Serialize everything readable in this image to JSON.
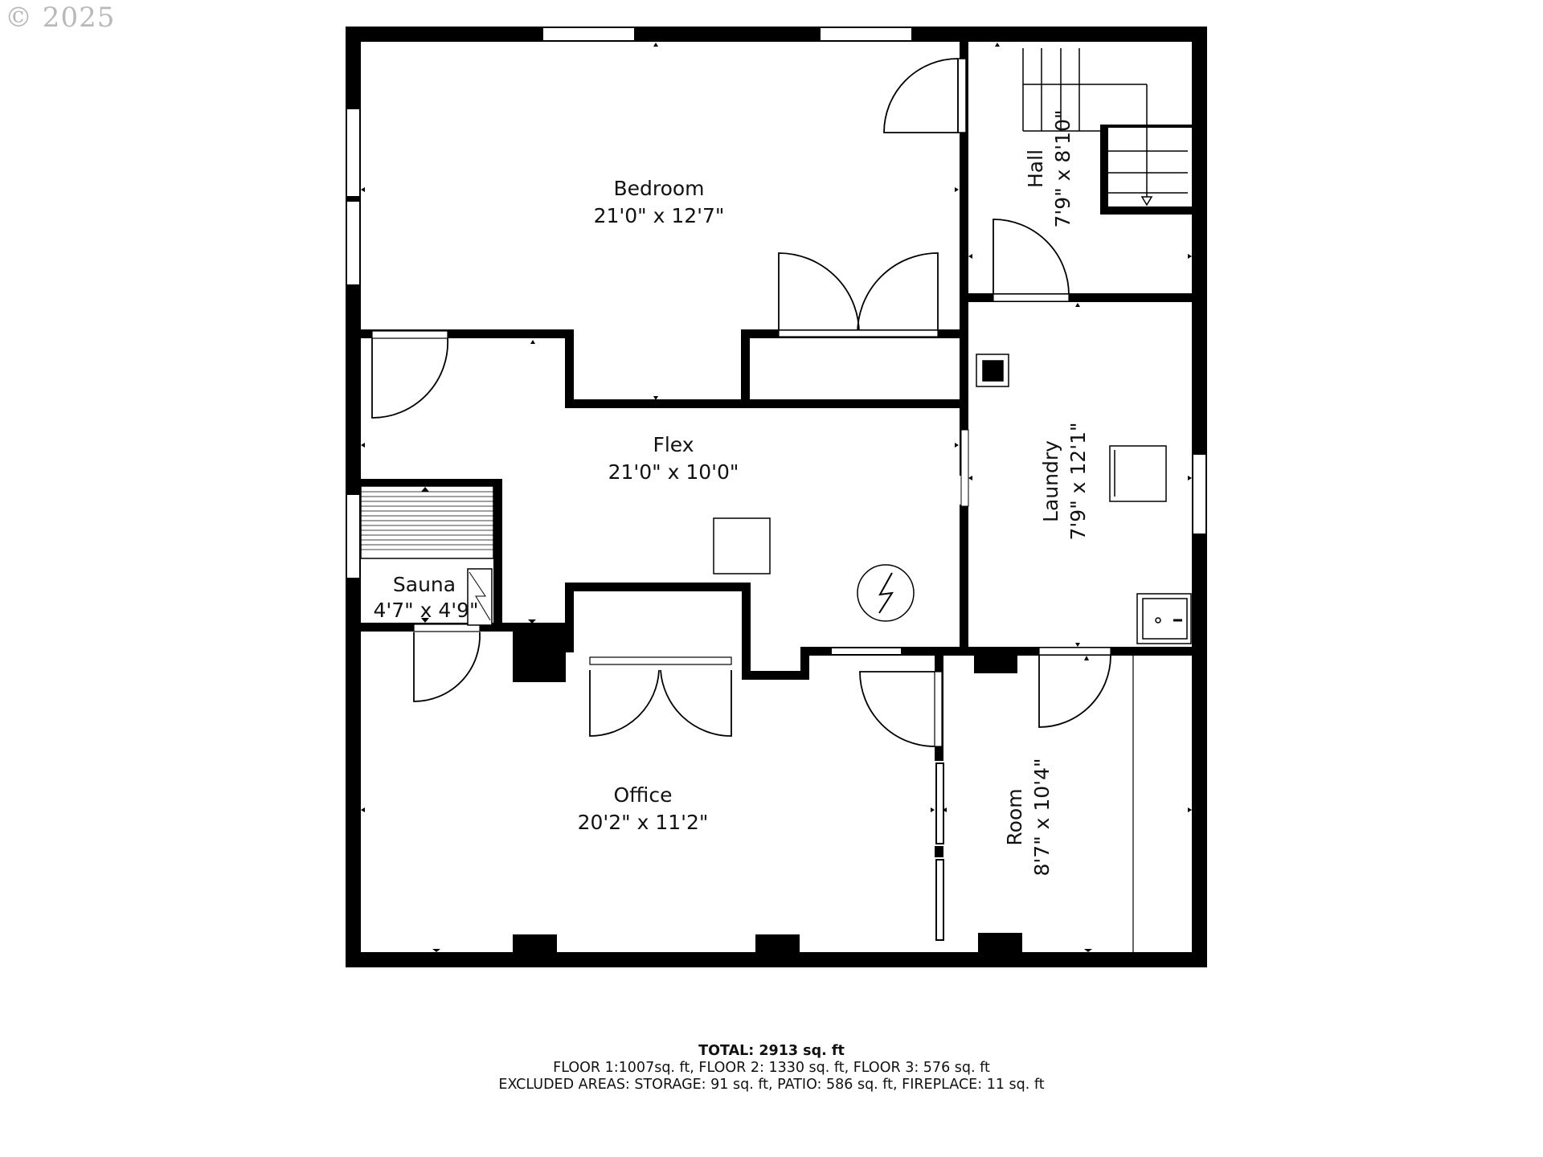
{
  "copyright": "© 2025",
  "rooms": {
    "bedroom": {
      "name": "Bedroom",
      "dims": "21'0\" x 12'7\""
    },
    "hall": {
      "name": "Hall",
      "dims": "7'9\" x 8'10\""
    },
    "flex": {
      "name": "Flex",
      "dims": "21'0\" x 10'0\""
    },
    "laundry": {
      "name": "Laundry",
      "dims": "7'9\" x 12'1\""
    },
    "sauna": {
      "name": "Sauna",
      "dims": "4'7\" x 4'9\""
    },
    "office": {
      "name": "Office",
      "dims": "20'2\" x 11'2\""
    },
    "room": {
      "name": "Room",
      "dims": "8'7\" x 10'4\""
    }
  },
  "totals": {
    "total_label": "TOTAL:",
    "total_value": "2913 sq. ft",
    "floors": "FLOOR 1:1007sq. ft, FLOOR 2: 1330 sq. ft, FLOOR 3: 576 sq. ft",
    "excluded": "EXCLUDED AREAS: STORAGE: 91 sq. ft, PATIO: 586 sq. ft, FIREPLACE: 11 sq. ft"
  }
}
